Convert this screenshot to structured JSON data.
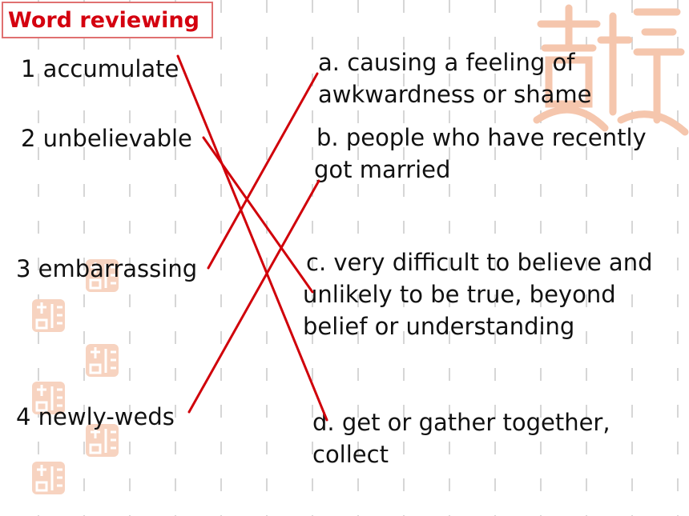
{
  "title": "Word reviewing",
  "words": [
    {
      "label": "1 accumulate"
    },
    {
      "label": "2 unbelievable"
    },
    {
      "label": "3 embarrassing"
    },
    {
      "label": "4 newly-weds"
    }
  ],
  "definitions": [
    {
      "lines": [
        "a. causing a feeling of",
        "awkwardness or shame"
      ]
    },
    {
      "lines": [
        "b. people who have recently",
        "got married"
      ]
    },
    {
      "lines": [
        "c. very difficult to believe and",
        "unlikely to be true, beyond",
        "belief or understanding"
      ]
    },
    {
      "lines": [
        "d. get or gather together,",
        "collect"
      ]
    }
  ],
  "matches": [
    {
      "word": "1 accumulate",
      "definition": "d"
    },
    {
      "word": "2 unbelievable",
      "definition": "c"
    },
    {
      "word": "3 embarrassing",
      "definition": "a"
    },
    {
      "word": "4 newly-weds",
      "definition": "b"
    }
  ],
  "colors": {
    "title": "#d4000f",
    "title_border": "#e07070",
    "match_line": "#d0000a",
    "grid": "#d6d6d6",
    "seal": "#f2b08c"
  },
  "decorations": {
    "seal_icon": "auspicious-seal-icon"
  }
}
